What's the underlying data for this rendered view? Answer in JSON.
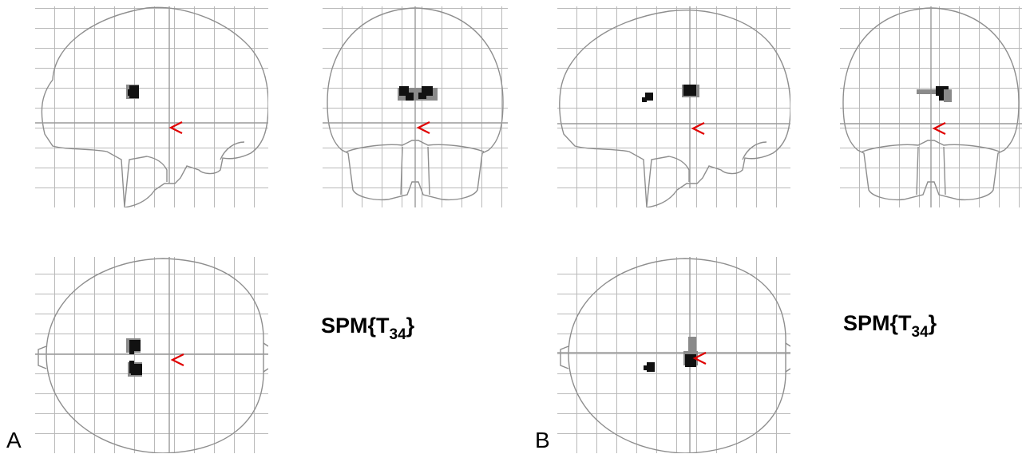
{
  "panels": [
    {
      "letter": "A",
      "stat_prefix": "SPM{T",
      "stat_subscript": "34",
      "stat_suffix": "}"
    },
    {
      "letter": "B",
      "stat_prefix": "SPM{T",
      "stat_subscript": "34",
      "stat_suffix": "}"
    }
  ],
  "colors": {
    "outline": "#8e8e8e",
    "grid": "#b9b9b9",
    "marker": "#e00000",
    "activation": "#111111"
  },
  "icons": {
    "marker": "red-chevron-left-marker"
  }
}
